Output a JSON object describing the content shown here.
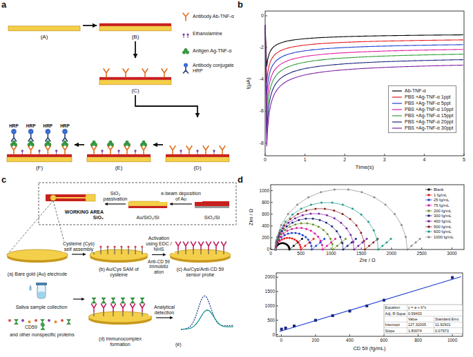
{
  "diagram": {
    "nodes": [
      {
        "text": [
          "(A)"
        ]
      },
      {
        "text": [
          "(B)"
        ]
      },
      {
        "text": [
          "(C)"
        ]
      },
      {
        "text": [
          "(D)"
        ]
      },
      {
        "text": [
          "(E)"
        ]
      },
      {
        "text": [
          "(F)"
        ]
      },
      {
        "text": [
          "WORKING AREA",
          "SiO₂"
        ]
      },
      {
        "text": [
          "Au/SiO₂/Si"
        ]
      },
      {
        "text": [
          "SiO₂/Si"
        ]
      },
      {
        "text": [
          "(a) Bare gold (Au) electrode"
        ]
      },
      {
        "text": [
          "(b) Au/Cys SAM of cysteine"
        ]
      },
      {
        "text": [
          "(c) Au/Cys/Anti-CD 59 sensor probe"
        ]
      },
      {
        "text": [
          "Saliva sample collection"
        ]
      },
      {
        "text": [
          "(d) Immunocomplex formation"
        ]
      },
      {
        "text": [
          "(e)"
        ]
      }
    ],
    "edges": [
      {
        "from": 0,
        "to": 1,
        "arrow": "to"
      },
      {
        "from": 1,
        "to": 2,
        "arrow": "to"
      },
      {
        "from": 2,
        "to": 3,
        "arrow": "to"
      },
      {
        "from": 3,
        "to": 4,
        "arrow": "to"
      },
      {
        "from": 4,
        "to": 5,
        "arrow": "to"
      },
      {
        "from": 8,
        "to": 7,
        "arrow": "to",
        "label": "e-beam deposition of Au"
      },
      {
        "from": 7,
        "to": 6,
        "arrow": "to",
        "label": "SiO₂ passivation"
      },
      {
        "from": 9,
        "to": 10,
        "arrow": "to",
        "label": "Cysteine (Cys) self assembly"
      },
      {
        "from": 10,
        "to": 11,
        "arrow": "to",
        "label": "Activation using EDC / NHS"
      },
      {
        "from": 12,
        "to": 13,
        "arrow": "to"
      },
      {
        "from": 13,
        "to": 14,
        "arrow": "to",
        "label": "Analytical detection"
      }
    ],
    "labels": [
      "a",
      "HRP",
      "HRP",
      "HRP",
      "HRP",
      "b",
      "I(μA)",
      "Time(s)",
      "0",
      "1",
      "2",
      "3",
      "4",
      "5",
      "0",
      "-2",
      "-4",
      "-6",
      "-8",
      "c",
      "Anti-CD 59 Immobiliz ation",
      "CD59",
      "and other nonspecific proteins",
      "d",
      "Zim / Ω",
      "Zre / Ω",
      "0",
      "500",
      "1000",
      "1500",
      "2000",
      "2500",
      "3000",
      "0",
      "200",
      "400",
      "600",
      "800",
      "1000",
      "CD 59 (fg/mL)",
      "0",
      "200",
      "400",
      "600",
      "800",
      "1000",
      "0",
      "500",
      "1000",
      "1500",
      "2000",
      "Equation",
      "y = a + b*x",
      "Adj. R-Squa",
      "0.99433",
      "Value",
      "Standard Erro",
      "Intercept",
      "127.32005",
      "11.92901",
      "Slope",
      "1.80074",
      "0.07973"
    ],
    "legend": [
      {
        "text": "Antibody Ab-TNF-α"
      },
      {
        "text": "Ethanolamine"
      },
      {
        "text": "Antigen Ag-TNF-α"
      },
      {
        "text": "Antibody conjugate HRP"
      },
      {
        "text": "Ab-TNF-α"
      },
      {
        "text": "PBS +Ag-TNF-α 1ppt"
      },
      {
        "text": "PBS +Ag-TNF-α 5ppt"
      },
      {
        "text": "PBS +Ag-TNF-α 10ppt"
      },
      {
        "text": "PBS +Ag-TNF-α 15ppt"
      },
      {
        "text": "PBS +Ag-TNF-α 20ppt"
      },
      {
        "text": "PBS +Ag-TNF-α 30ppt"
      },
      {
        "text": "Blank"
      },
      {
        "text": "1 fg/mL"
      },
      {
        "text": "25 fg/mL"
      },
      {
        "text": "75 fg/mL"
      },
      {
        "text": "200 fg/mL"
      },
      {
        "text": "300 fg/mL"
      },
      {
        "text": "400 fg/mL"
      },
      {
        "text": "500 fg/mL"
      },
      {
        "text": "600 fg/mL"
      },
      {
        "text": "1000 fg/mL"
      }
    ]
  }
}
